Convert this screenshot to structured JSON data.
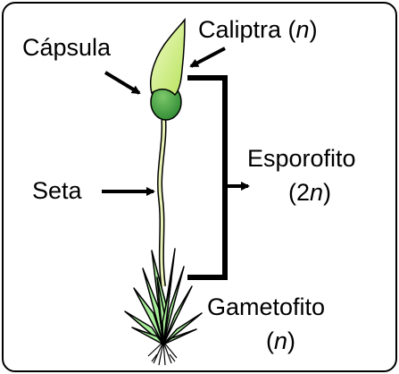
{
  "labels": {
    "capsula": "Cápsula",
    "caliptra": "Caliptra (",
    "caliptra_n": "n",
    "caliptra_close": ")",
    "seta": "Seta",
    "esporofito": "Esporofito",
    "esporofito_ploidy_open": "(2",
    "esporofito_ploidy_n": "n",
    "esporofito_ploidy_close": ")",
    "gametofito": "Gametofito",
    "gametofito_ploidy_open": "(",
    "gametofito_ploidy_n": "n",
    "gametofito_ploidy_close": ")"
  },
  "colors": {
    "frame": "#000000",
    "calyptra": "#c8ec6a",
    "capsule": "#3f9a3a",
    "seta": "#e9f3b7",
    "leaves": "#a8ef9a",
    "roots": "#000000"
  }
}
